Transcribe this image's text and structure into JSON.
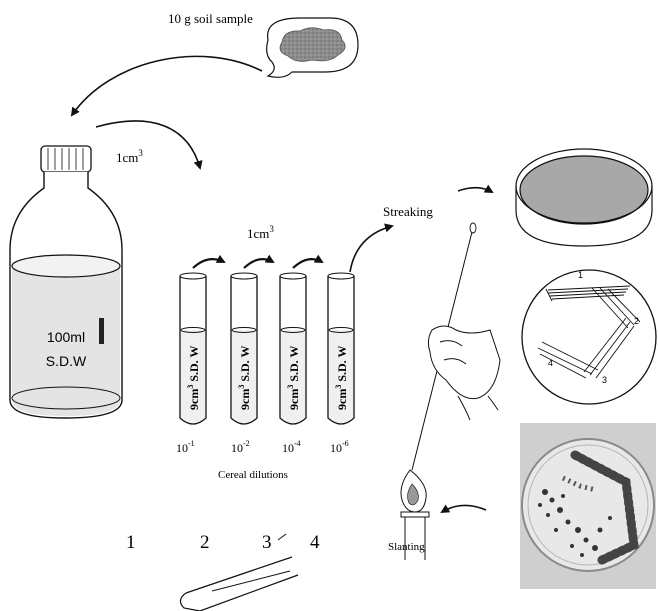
{
  "soil_sample_label": "10 g soil sample",
  "transfer_bottle_label": "1cm",
  "transfer_bottle_sup": "3",
  "bottle_line1": "100ml",
  "bottle_line2": "S.D.W",
  "transfer_tubes_label": "1cm",
  "transfer_tubes_sup": "3",
  "tubes": [
    {
      "text": "9cm",
      "sup": "3",
      "rest": " S.D. W",
      "dilution_base": "10",
      "dilution_exp": "-1"
    },
    {
      "text": "9cm",
      "sup": "3",
      "rest": " S.D. W",
      "dilution_base": "10",
      "dilution_exp": "-2"
    },
    {
      "text": "9cm",
      "sup": "3",
      "rest": " S.D. W",
      "dilution_base": "10",
      "dilution_exp": "-4"
    },
    {
      "text": "9cm",
      "sup": "3",
      "rest": " S.D. W",
      "dilution_base": "10",
      "dilution_exp": "-6"
    }
  ],
  "serial_dilutions_label": "Cereal dilutions",
  "streaking_label": "Streaking",
  "slanting_label": "Slanting",
  "streak_plate_numbers": [
    "1",
    "2",
    "3",
    "4"
  ],
  "slant_tube_numbers": [
    "1",
    "2",
    "3",
    "4"
  ],
  "colors": {
    "line": "#111111",
    "agar": "#a8a8a8",
    "liquid": "#e4e4e4",
    "soil": "#8c8c8c",
    "photo_bg": "#cfcfcf"
  }
}
